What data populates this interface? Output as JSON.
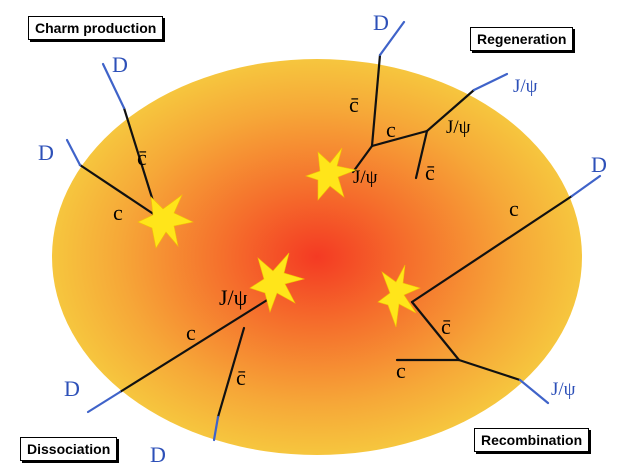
{
  "boxes": {
    "charm_production": "Charm production",
    "regeneration": "Regeneration",
    "dissociation": "Dissociation",
    "recombination": "Recombination"
  },
  "labels": {
    "d": "D",
    "c": "c",
    "cbar": "c̄",
    "jpsi": "J/ψ"
  },
  "colors": {
    "ellipse_center": "#f43a23",
    "ellipse_edge": "#f6c63e",
    "hadron_line": "#3f63c9",
    "quark_line": "#111111",
    "flash": "#ffe51a"
  }
}
